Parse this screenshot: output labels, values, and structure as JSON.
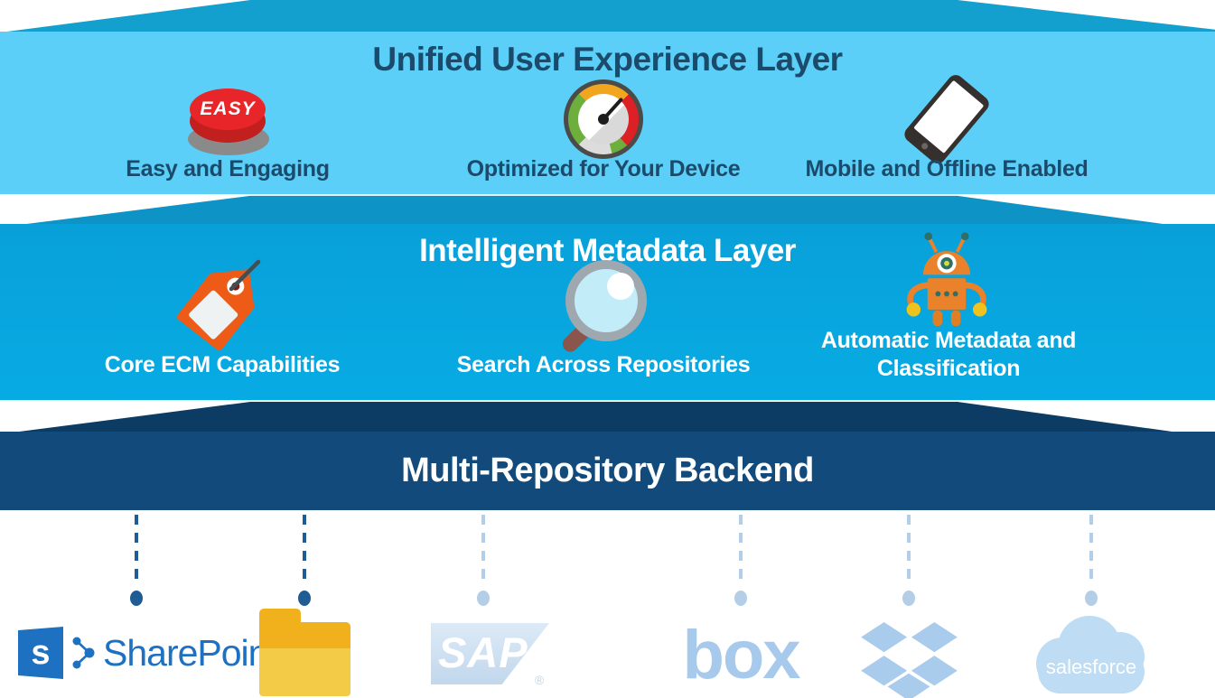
{
  "layers": [
    {
      "title": "Unified User Experience Layer",
      "items": [
        {
          "label": "Easy and Engaging",
          "icon": "easy-button-icon",
          "button_text": "EASY"
        },
        {
          "label": "Optimized for Your Device",
          "icon": "speedometer-icon"
        },
        {
          "label": "Mobile and Offline Enabled",
          "icon": "smartphone-icon"
        }
      ]
    },
    {
      "title": "Intelligent Metadata Layer",
      "items": [
        {
          "label": "Core ECM Capabilities",
          "icon": "price-tag-icon"
        },
        {
          "label": "Search Across Repositories",
          "icon": "magnifying-glass-icon"
        },
        {
          "label": "Automatic Metadata and Classification",
          "icon": "robot-icon"
        }
      ]
    },
    {
      "title": "Multi-Repository Backend"
    }
  ],
  "repositories": [
    {
      "name": "SharePoint",
      "wordmark": "SharePoint",
      "tile_letter": "s",
      "connector": "dark"
    },
    {
      "name": "Network Folder",
      "connector": "dark"
    },
    {
      "name": "SAP",
      "wordmark": "SAP",
      "registered_mark": "®",
      "connector": "light"
    },
    {
      "name": "Box",
      "wordmark": "box",
      "connector": "light"
    },
    {
      "name": "Dropbox",
      "connector": "light"
    },
    {
      "name": "Salesforce",
      "wordmark": "salesforce",
      "connector": "light"
    }
  ],
  "colors": {
    "layer1-bg": "#5BCFF7",
    "layer1-back": "#14A0CF",
    "layer1-text": "#1B4A6B",
    "layer2-bg": "#09A0D9",
    "layer2-back": "#0E93C6",
    "layer3-bg": "#114A7B",
    "layer3-back": "#0C3C63",
    "connector-dark": "#1E5C93",
    "connector-light": "#B3CEE6",
    "sharepoint-blue": "#1E70C1",
    "folder-dark": "#F0B11D",
    "folder-light": "#F4CB46",
    "box-blue": "#A7C9EC",
    "dropbox-blue": "#A9CBEC",
    "salesforce-blue": "#BEDCF3"
  }
}
